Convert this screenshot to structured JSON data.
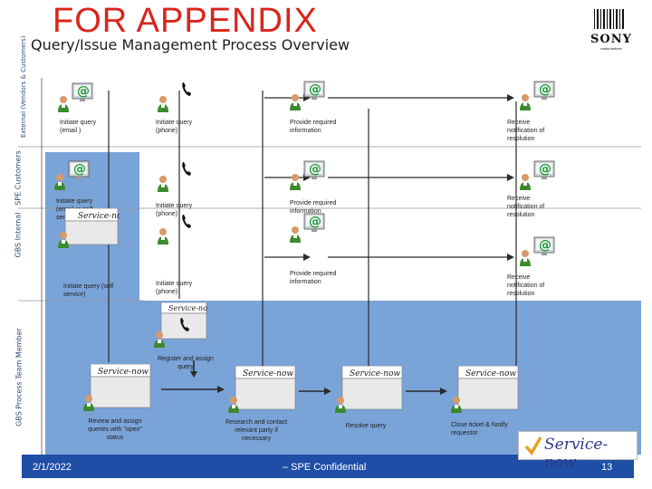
{
  "header": {
    "watermark": "FOR APPENDIX",
    "title": "Query/Issue Management Process Overview"
  },
  "logo": {
    "text": "SONY",
    "sub": "make.believe"
  },
  "lanes": [
    {
      "label": "External (Vendors & Customers)"
    },
    {
      "label": "SPE Customers"
    },
    {
      "label": "GBS Internal"
    },
    {
      "label": "GBS Process Team Member"
    }
  ],
  "captions": {
    "ext_email": "Initiate query (email )",
    "ext_phone": "Initiate query (phone)",
    "ext_provide": "Provide required information",
    "ext_receive": "Receive notification of resolution",
    "spe_email": "Initiate query (email or self-service)",
    "spe_phone": "Initiate query (phone)",
    "spe_provide": "Provide required information",
    "spe_receive": "Receive notification of resolution",
    "gbs_self": "Initiate query (self service)",
    "gbs_phone": "Initiate query (phone)",
    "gbs_provide": "Provide required information",
    "gbs_receive": "Receive notification of resolution",
    "register": "Register and assign query",
    "review": "Review and assign queries with \"open\" status",
    "research": "Research and contact relevant party if necessary",
    "resolve": "Resolve query",
    "close": "Close ticket & Notify requestor"
  },
  "servicenow": {
    "label": "Service-now"
  },
  "footer": {
    "date": "2/1/2022",
    "confidential": "– SPE Confidential",
    "page": "13"
  },
  "colors": {
    "lane_blue": "#7aa3d8",
    "process_blue": "#6f9ad4",
    "footer_blue": "#1f4ea6",
    "arrow": "#2b2b2b"
  }
}
